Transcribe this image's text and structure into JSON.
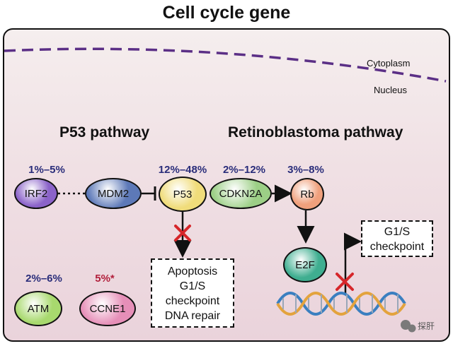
{
  "title": "Cell cycle gene",
  "regions": {
    "cytoplasm": "Cytoplasm",
    "nucleus": "Nucleus"
  },
  "pathways": {
    "p53": "P53 pathway",
    "rb": "Retinoblastoma pathway"
  },
  "genes": {
    "irf2": {
      "name": "IRF2",
      "freq": "1%–5%",
      "color": "#8b63c9"
    },
    "mdm2": {
      "name": "MDM2",
      "freq": "",
      "color": "#5d79b8"
    },
    "p53": {
      "name": "P53",
      "freq": "12%–48%",
      "color": "#f0dc7a"
    },
    "cdkn2a": {
      "name": "CDKN2A",
      "freq": "2%–12%",
      "color": "#9ccf86"
    },
    "rb": {
      "name": "Rb",
      "freq": "3%–8%",
      "color": "#f0a07c"
    },
    "e2f": {
      "name": "E2F",
      "freq": "",
      "color": "#3fae90"
    },
    "atm": {
      "name": "ATM",
      "freq": "2%–6%",
      "color": "#a8d96e"
    },
    "ccne1": {
      "name": "CCNE1",
      "freq": "5%*",
      "color": "#e68fb8"
    }
  },
  "outcome_box": {
    "lines": [
      "Apoptosis",
      "G1/S",
      "checkpoint",
      "DNA repair"
    ]
  },
  "checkpoint_box": {
    "lines": [
      "G1/S",
      "checkpoint"
    ]
  },
  "watermark": "探肝"
}
